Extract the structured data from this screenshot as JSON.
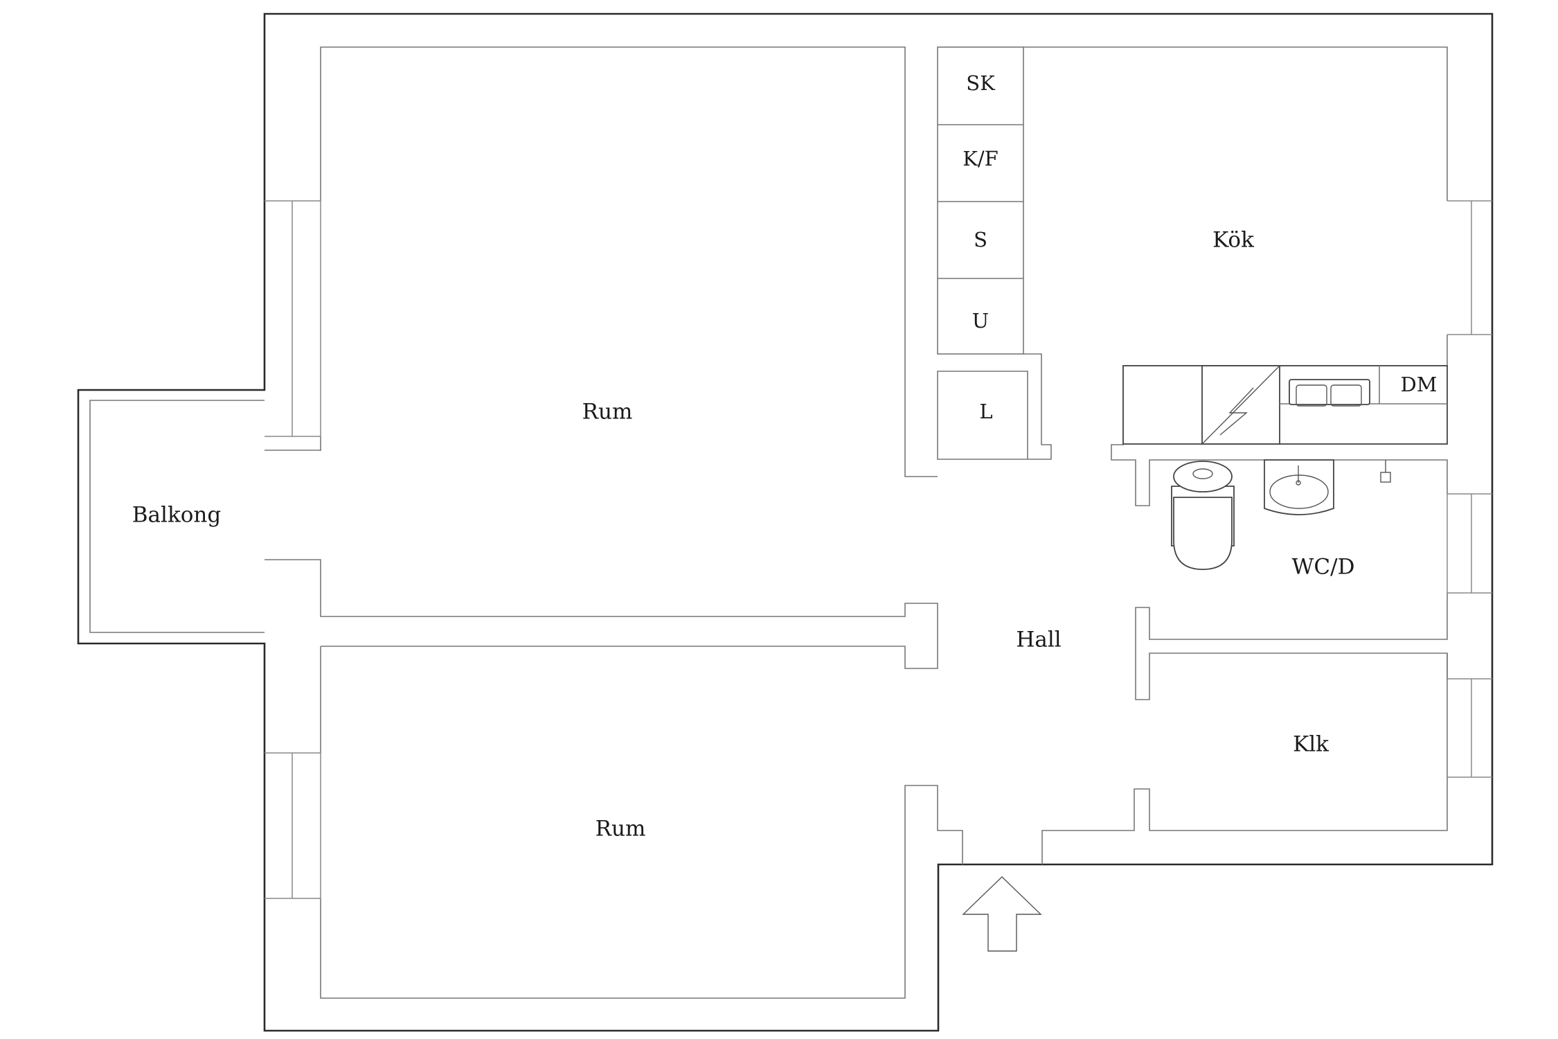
{
  "floor_plan": {
    "rooms": {
      "rum_top": "Rum",
      "rum_bottom": "Rum",
      "balkong": "Balkong",
      "kok": "Kök",
      "hall": "Hall",
      "wc": "WC/D",
      "klk": "Klk"
    },
    "cabinets": {
      "sk": "SK",
      "kf": "K/F",
      "s": "S",
      "u": "U",
      "l": "L",
      "dm": "DM"
    },
    "entrance": {
      "icon": "entrance-arrow-icon"
    }
  }
}
